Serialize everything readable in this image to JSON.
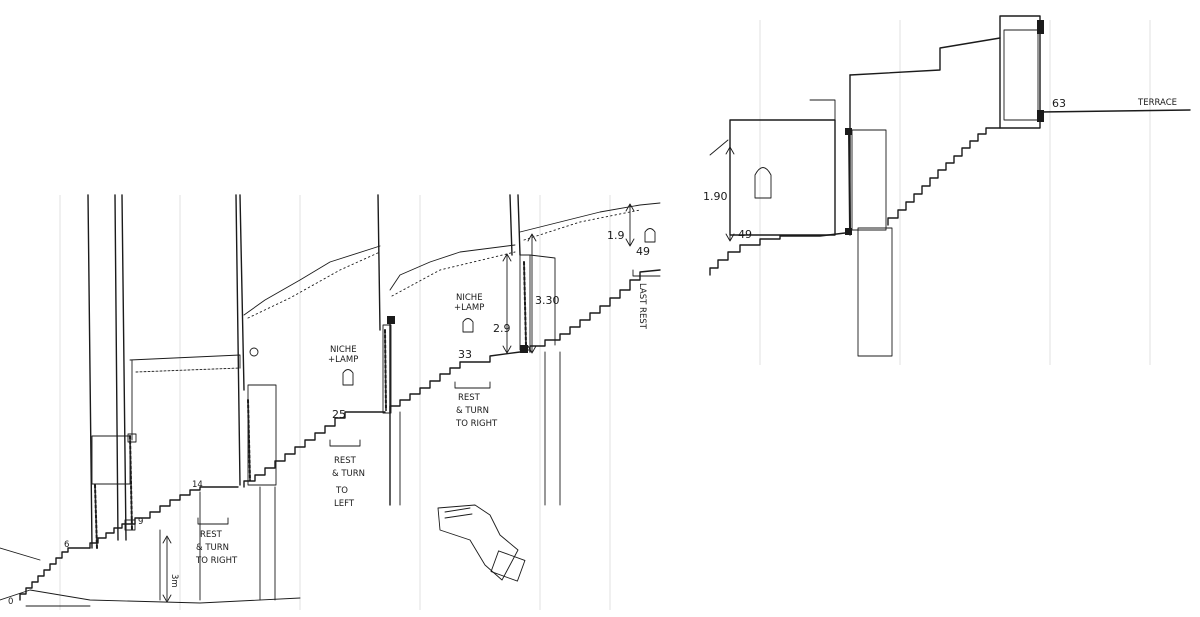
{
  "left_section": {
    "step_numbers": [
      "0",
      "6",
      "9",
      "14",
      "25",
      "33",
      "49"
    ],
    "rest_left_1": [
      "REST",
      "& TURN",
      "TO RIGHT"
    ],
    "rest_left_2": [
      "REST",
      "& TURN",
      "TO",
      "LEFT"
    ],
    "rest_left_3": [
      "REST",
      "& TURN",
      "TO RIGHT"
    ],
    "niche_1": [
      "NICHE",
      "+LAMP"
    ],
    "niche_2": [
      "NICHE",
      "+LAMP"
    ],
    "dim_3m": "3m",
    "dim_29": "2.9",
    "dim_330": "3.30",
    "dim_19": "1.9",
    "last_rest": "LAST REST"
  },
  "right_section": {
    "step_49": "49",
    "dim_190": "1.90",
    "step_63": "63",
    "terrace": "TERRACE"
  }
}
